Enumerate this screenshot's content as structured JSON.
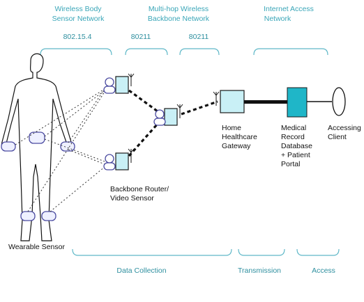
{
  "header": {
    "col1": [
      "Wireless Body",
      "Sensor Network"
    ],
    "col2": [
      "Multi-hop Wireless",
      "Backbone Network"
    ],
    "col3": [
      "Internet Access",
      "Network"
    ]
  },
  "standards": {
    "s1": "802.15.4",
    "s2": "80211",
    "s3": "80211"
  },
  "labels": {
    "router": [
      "Backbone Router/",
      "Video Sensor"
    ],
    "gateway": [
      "Home",
      "Healthcare",
      "Gateway"
    ],
    "database": [
      "Medical",
      "Record",
      "Database",
      "+ Patient",
      "Portal"
    ],
    "client": [
      "Accessing",
      "Client"
    ],
    "wearable": "Wearable Sensor"
  },
  "footer": {
    "data_collection": "Data Collection",
    "transmission": "Transmission",
    "access": "Access"
  },
  "colors": {
    "accent_text": "#3aa6b8",
    "box_fill": "#c9f0f6",
    "database_fill": "#1fb6c8"
  }
}
